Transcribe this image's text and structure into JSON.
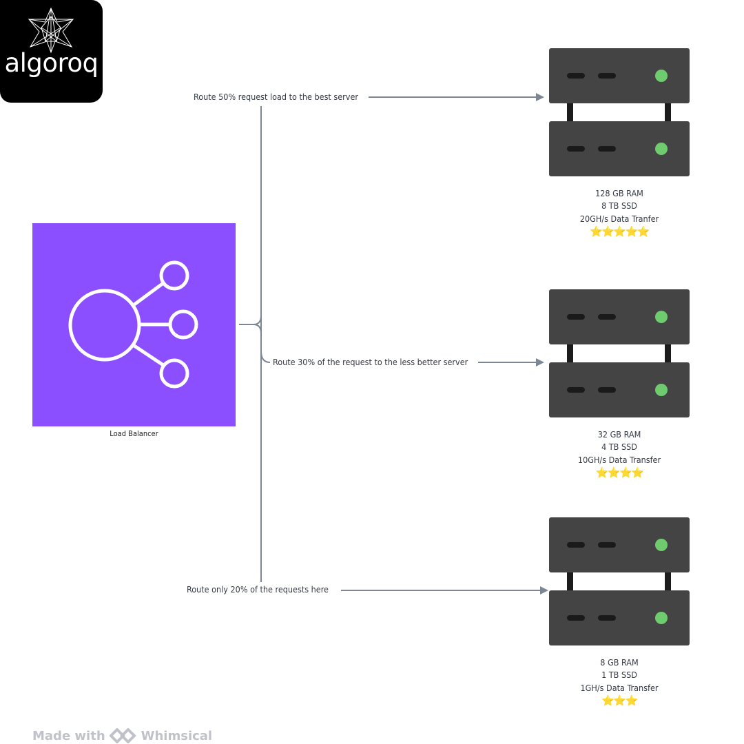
{
  "logo": {
    "text": "algoroq"
  },
  "routes": [
    {
      "label": "Route 50% request load to the best server"
    },
    {
      "label": "Route 30% of the request to the less better server"
    },
    {
      "label": "Route only  20% of the requests here"
    }
  ],
  "load_balancer": {
    "label": "Load Balancer",
    "color": "#8c4fff",
    "icon": "load-balancer-icon"
  },
  "servers": [
    {
      "ram": "128 GB RAM",
      "ssd": "8 TB SSD",
      "transfer": "20GH/s Data Tranfer",
      "rating": 5,
      "stars": "⭐⭐⭐⭐⭐"
    },
    {
      "ram": "32 GB RAM",
      "ssd": "4 TB SSD",
      "transfer": "10GH/s Data Transfer",
      "rating": 4,
      "stars": "⭐⭐⭐⭐"
    },
    {
      "ram": "8 GB RAM",
      "ssd": "1 TB SSD",
      "transfer": "1GH/s Data Transfer",
      "rating": 3,
      "stars": "⭐⭐⭐"
    }
  ],
  "footer": {
    "made_with": "Made with",
    "brand": "Whimsical"
  },
  "colors": {
    "connector": "#7d8794",
    "server_body": "#444444",
    "led": "#6ecc6e",
    "star": "#f5c518"
  }
}
